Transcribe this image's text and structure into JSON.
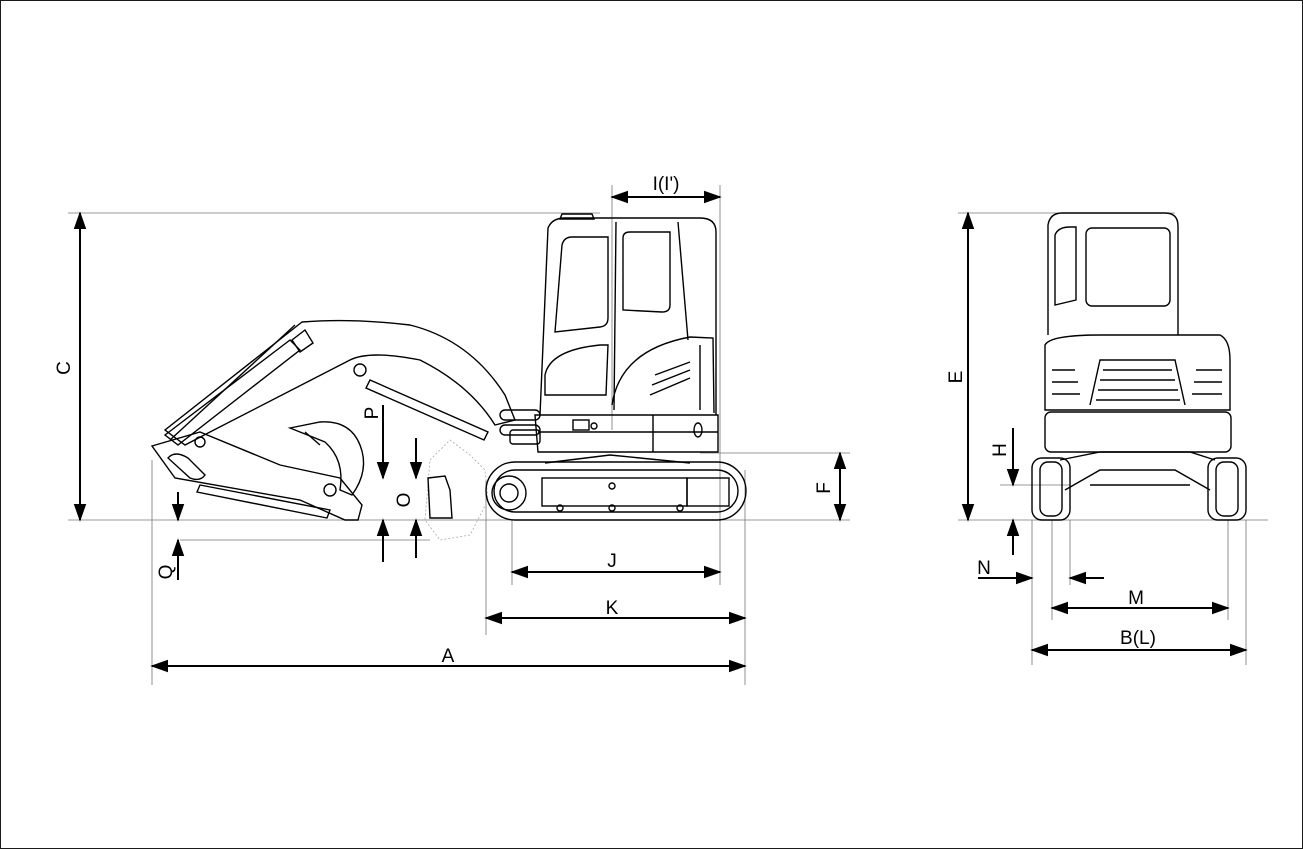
{
  "labels": {
    "A": "A",
    "B_L": "B(L)",
    "C": "C",
    "E": "E",
    "F": "F",
    "H": "H",
    "I_I": "I(I')",
    "J": "J",
    "K": "K",
    "M": "M",
    "N": "N",
    "O": "O",
    "P": "P",
    "Q": "Q"
  }
}
